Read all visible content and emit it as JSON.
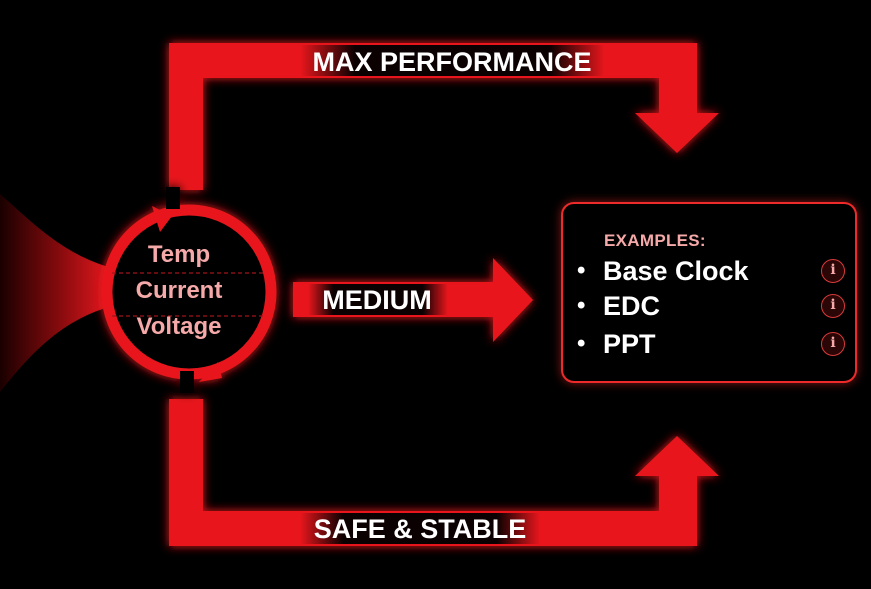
{
  "paths": {
    "top_label": "MAX PERFORMANCE",
    "middle_label": "MEDIUM",
    "bottom_label": "SAFE & STABLE"
  },
  "sensors": [
    "Temp",
    "Current",
    "Voltage"
  ],
  "examples": {
    "title": "EXAMPLES:",
    "bullet": "•",
    "info_glyph": "i",
    "items": [
      {
        "label": "Base Clock",
        "icon": "info-icon"
      },
      {
        "label": "EDC",
        "icon": "info-icon"
      },
      {
        "label": "PPT",
        "icon": "info-icon"
      }
    ]
  },
  "colors": {
    "background": "#000000",
    "accent_red": "#e8191f",
    "sensor_text": "#f6a9a9",
    "label_text": "#ffffff"
  }
}
